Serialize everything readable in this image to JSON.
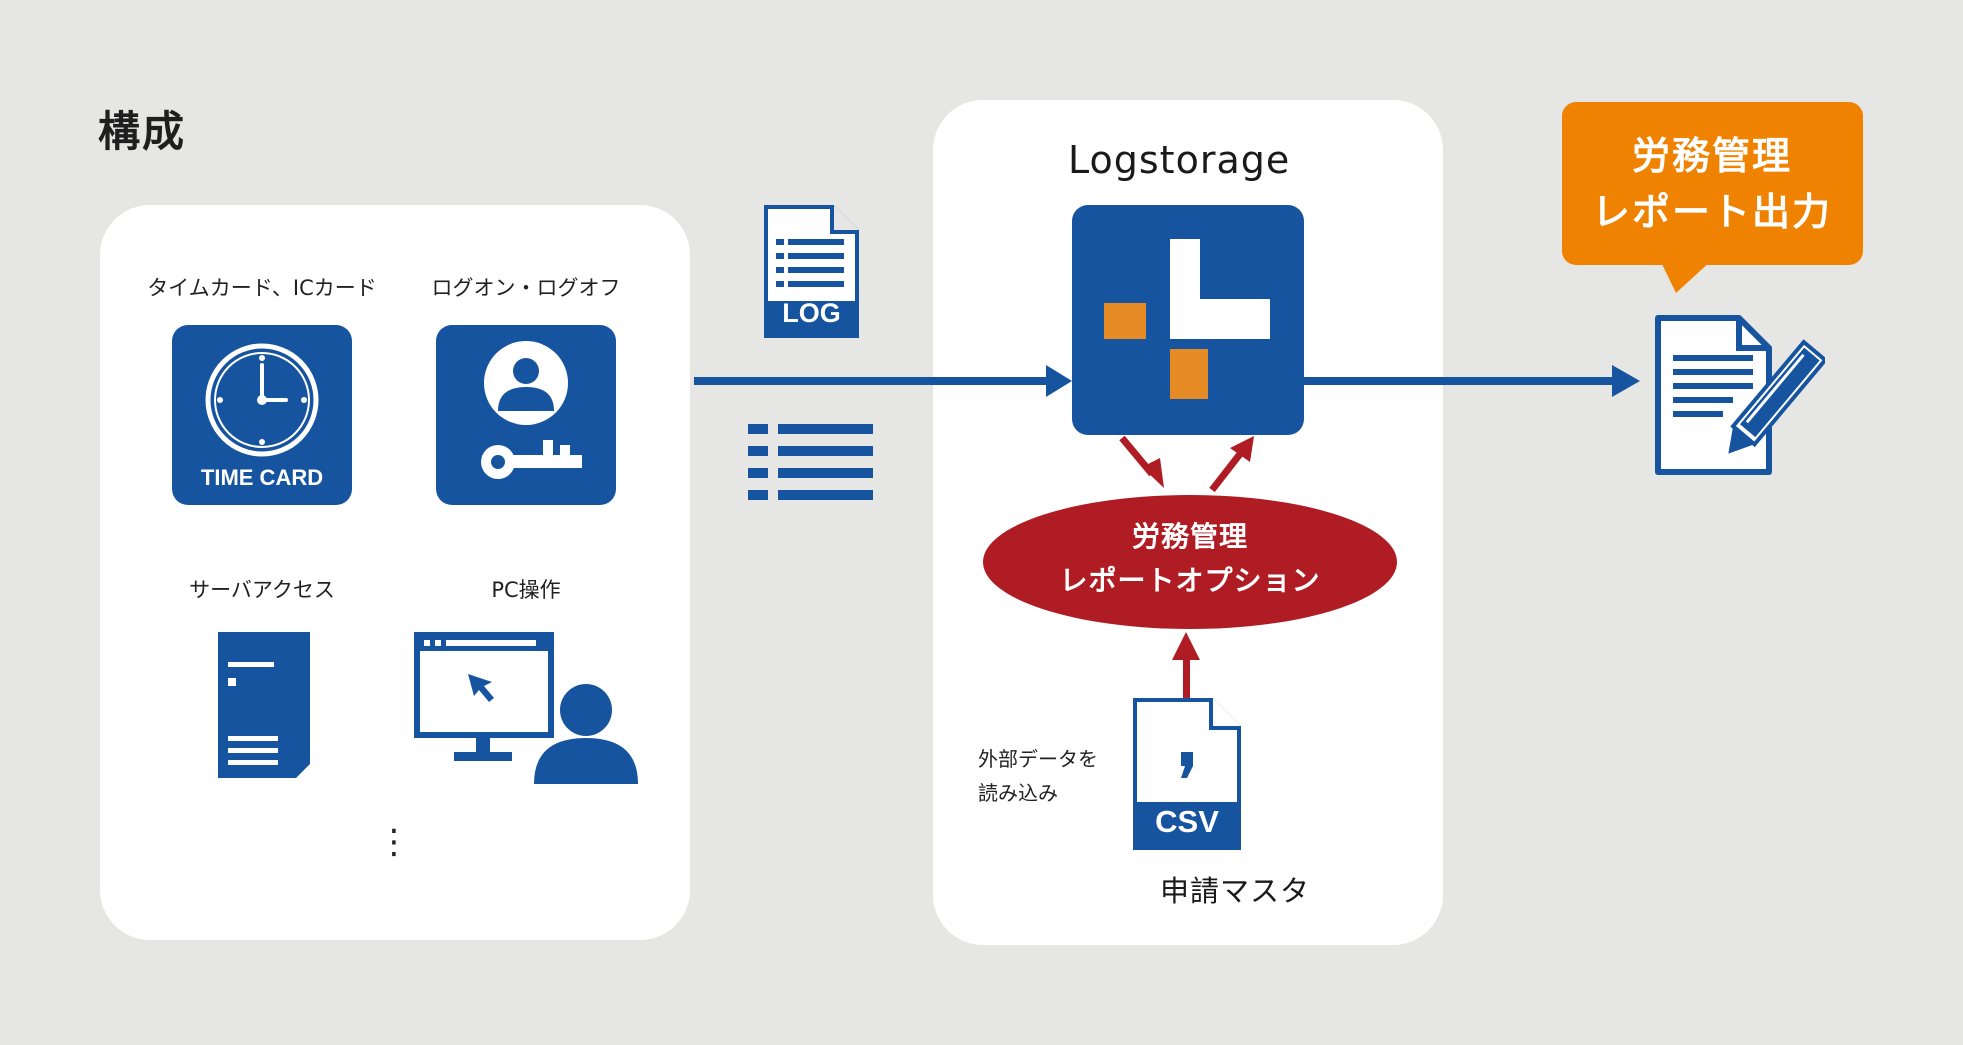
{
  "title": "構成",
  "sources": {
    "timecard": {
      "label": "タイムカード、ICカード",
      "icon": "clock-icon",
      "badge": "TIME CARD"
    },
    "logon": {
      "label": "ログオン・ログオフ",
      "icon": "user-key-icon"
    },
    "server": {
      "label": "サーバアクセス",
      "icon": "server-icon"
    },
    "pc": {
      "label": "PC操作",
      "icon": "pc-user-icon"
    },
    "more": "⋮"
  },
  "log_doc": {
    "label": "LOG",
    "icon": "log-file-icon"
  },
  "list_icon": "list-icon",
  "product": {
    "name": "Logstorage",
    "icon": "logstorage-logo"
  },
  "option": {
    "line1": "労務管理",
    "line2": "レポートオプション"
  },
  "csv": {
    "label": "CSV",
    "note_line1": "外部データを",
    "note_line2": "読み込み",
    "caption": "申請マスタ"
  },
  "output": {
    "line1": "労務管理",
    "line2": "レポート出力",
    "icon": "report-edit-icon"
  },
  "colors": {
    "background": "#e6e6e4",
    "primary_blue": "#17549f",
    "accent_orange": "#ef8200",
    "logo_orange": "#e58a25",
    "option_red": "#b01c24"
  }
}
